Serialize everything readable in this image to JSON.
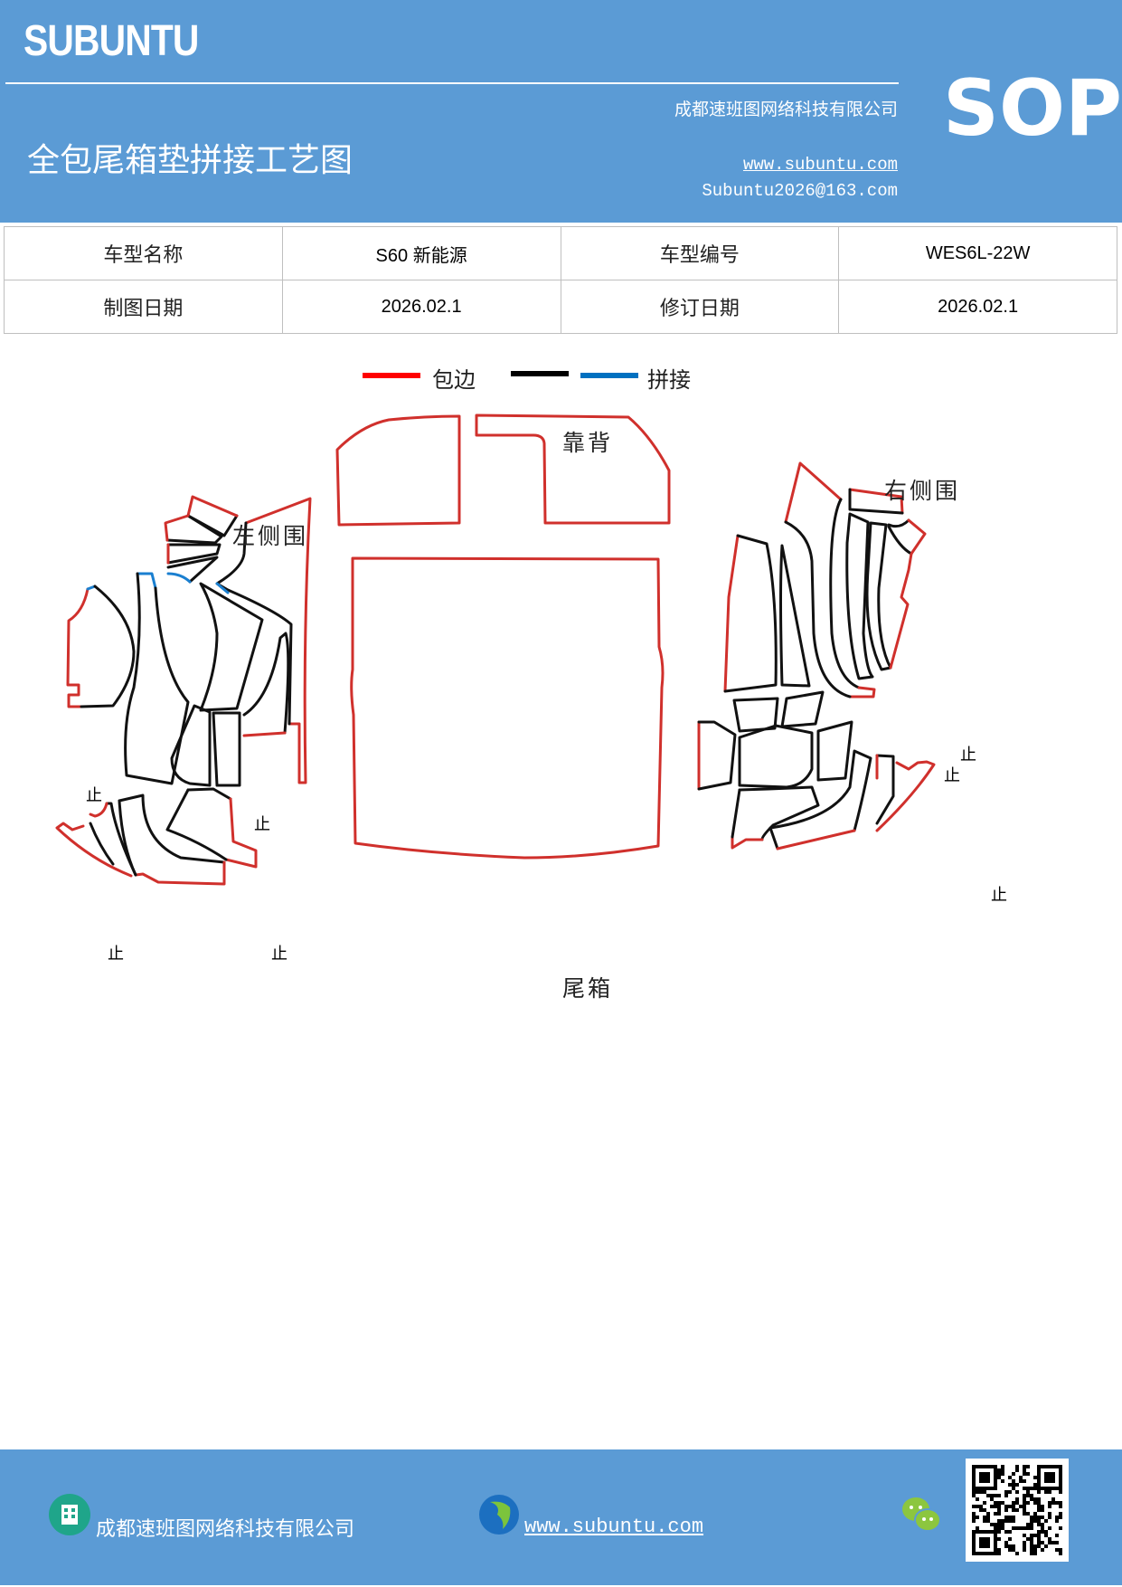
{
  "header": {
    "brand": "SUBUNTU",
    "company": "成都速班图网络科技有限公司",
    "title": "全包尾箱垫拼接工艺图",
    "website": "www.subuntu.com",
    "email": "Subuntu2026@163.com",
    "doc_type": "SOP",
    "background_color": "#5b9bd5"
  },
  "info_table": {
    "rows": [
      [
        "车型名称",
        "S60 新能源",
        "车型编号",
        "WES6L-22W"
      ],
      [
        "制图日期",
        "2026.02.1",
        "修订日期",
        "2026.02.1"
      ]
    ]
  },
  "legend": [
    {
      "label": "包边",
      "color": "#ff0000"
    },
    {
      "label": "",
      "color": "#000000"
    },
    {
      "label": "拼接",
      "color": "#0070c0"
    }
  ],
  "diagram": {
    "labels": {
      "backrest": "靠背",
      "trunk": "尾箱",
      "left_side": "左侧围",
      "right_side": "右侧围"
    },
    "stop_mark": "止",
    "edge_colors": {
      "binding": "#d0302c",
      "seam": "#111111",
      "splice": "#1a7fd0"
    }
  },
  "footer": {
    "company": "成都速班图网络科技有限公司",
    "website": "www.subuntu.com",
    "icons": [
      "building-icon",
      "globe-icon",
      "wechat-icon",
      "qr-code"
    ]
  }
}
